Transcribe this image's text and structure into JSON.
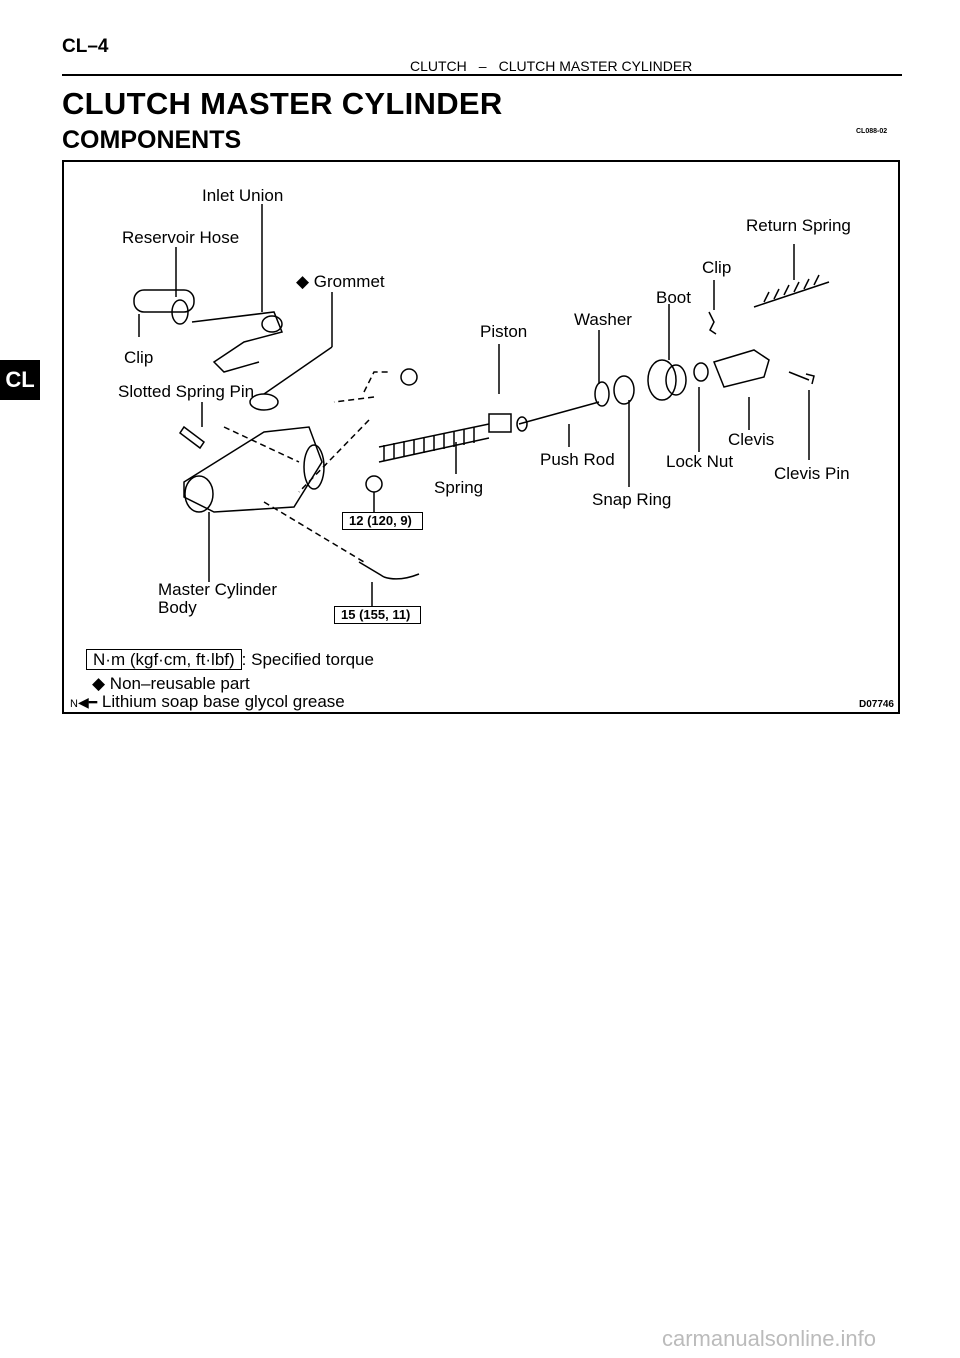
{
  "page_code": "CL–4",
  "running_head": {
    "section": "CLUTCH",
    "separator": "–",
    "topic": "CLUTCH MASTER CYLINDER"
  },
  "title": "CLUTCH MASTER CYLINDER",
  "subtitle": "COMPONENTS",
  "doc_code": "CL088-02",
  "side_tab": "CL",
  "labels": {
    "inlet_union": "Inlet Union",
    "reservoir_hose": "Reservoir Hose",
    "grommet": "◆ Grommet",
    "clip_left": "Clip",
    "slotted_spring_pin": "Slotted Spring Pin",
    "piston": "Piston",
    "washer": "Washer",
    "boot": "Boot",
    "clip_right": "Clip",
    "return_spring": "Return Spring",
    "clevis": "Clevis",
    "push_rod": "Push Rod",
    "lock_nut": "Lock Nut",
    "clevis_pin": "Clevis Pin",
    "spring": "Spring",
    "snap_ring": "Snap Ring",
    "master_cylinder_line1": "Master Cylinder",
    "master_cylinder_line2": "Body"
  },
  "torques": {
    "t1": "12 (120, 9)",
    "t2": "15 (155, 11)"
  },
  "legend": {
    "torque_unit": "N·m (kgf·cm, ft·lbf)",
    "torque_text": ": Specified torque",
    "non_reusable": "◆ Non–reusable part",
    "grease_marker": "N",
    "grease_text": "Lithium soap base glycol grease"
  },
  "figure_code": "D07746",
  "watermark": "carmanualsonline.info"
}
